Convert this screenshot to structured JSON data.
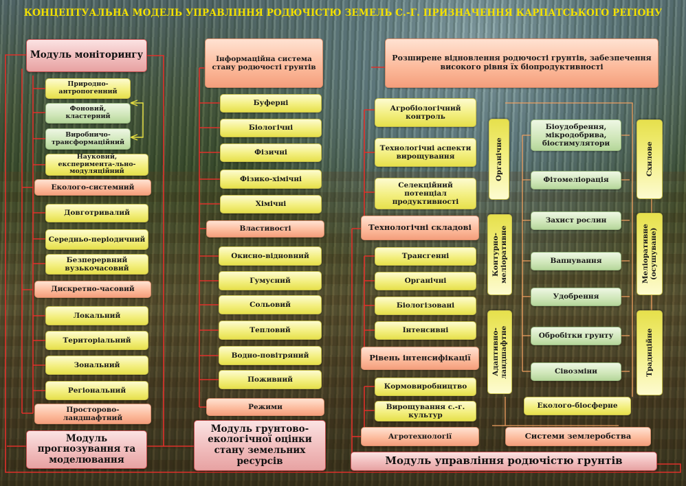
{
  "title": "КОНЦЕПТУАЛЬНА МОДЕЛЬ УПРАВЛІННЯ РОДЮЧІСТЮ ЗЕМЕЛЬ С.-Г. ПРИЗНАЧЕННЯ  КАРПАТСЬКОГО РЕГІОНУ",
  "monitoring": {
    "module": "Модуль моніторингу",
    "ecosystem_items": [
      "Природно-антропогенний",
      "Фоновий, кластерний",
      "Виробничо-трансформаційний",
      "Науковий, експеримента-льно-модуляційний"
    ],
    "ecosystem": "Еколого-системний",
    "time_items": [
      "Довготривалий",
      "Середньо-періодичний",
      "Безперервний вузькочасовий"
    ],
    "time": "Дискретно-часовий",
    "space_items": [
      "Локальний",
      "Територіальний",
      "Зональний",
      "Регіональний"
    ],
    "space": "Просторово-ландшафтний",
    "forecast_module": "Модуль прогнозування та моделювання"
  },
  "soil": {
    "info_system": "Інформаційна система стану родючості грунтів",
    "property_items": [
      "Буферні",
      "Біологічні",
      "Фізичні",
      "Фізико-хімічні",
      "Хімічні"
    ],
    "properties": "Властивості",
    "regime_items": [
      "Окисно-відновний",
      "Гумусний",
      "Сольовий",
      "Тепловий",
      "Водно-повітряний",
      "Поживний"
    ],
    "regimes": "Режими",
    "module": "Модуль грунтово-екологічної оцінки стану земельних ресурсів"
  },
  "management": {
    "goal": "Розширене відновлення родючості грунтів, забезпечення високого рівня їх біопродуктивності",
    "tech_items": [
      "Агробіологічний контроль",
      "Технологічні аспекти вирощування",
      "Селекційний потенціал продуктивності"
    ],
    "tech": "Технологічні складові",
    "intens_items": [
      "Трансгенні",
      "Органічні",
      "Біологізовані",
      "Інтенсивні"
    ],
    "intens": "Рівень інтенсифікації",
    "agro_items": [
      "Кормовиробництво",
      "Вирощування с.-г. культур"
    ],
    "agro": "Агротехнології",
    "left_vertical": [
      "Органічне",
      "Контурно-меліоративне",
      "Адаптивно-ландшафтне"
    ],
    "center_items": [
      "Біоудобрення, мікродобрива, біостимулятори",
      "Фітомеліорація",
      "Захист рослин",
      "Вапнування",
      "Удобрення",
      "Обробітки грунту",
      "Сівозміни"
    ],
    "right_vertical": [
      "Схилове",
      "Меліоративне (осушуване)",
      "Традиційне"
    ],
    "eco": "Еколого-біосферне",
    "systems": "Системи землеробства",
    "module": "Модуль управління родючістю грунтів"
  },
  "colors": {
    "title": "#f2e000",
    "connector": "#e0302a",
    "connector_light": "#f0a060",
    "connector_yellow": "#e8e040"
  }
}
